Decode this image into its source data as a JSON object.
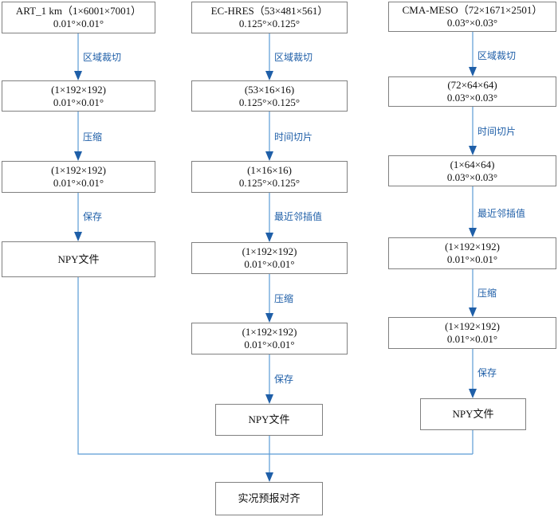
{
  "columns": [
    {
      "nodes": [
        {
          "line1": "ART_1 km（1×6001×7001）",
          "line2": "0.01°×0.01°"
        },
        {
          "line1": "(1×192×192)",
          "line2": "0.01°×0.01°"
        },
        {
          "line1": "(1×192×192)",
          "line2": "0.01°×0.01°"
        },
        {
          "line1": "NPY文件"
        }
      ],
      "steps": [
        "区域裁切",
        "压缩",
        "保存"
      ]
    },
    {
      "nodes": [
        {
          "line1": "EC-HRES（53×481×561）",
          "line2": "0.125°×0.125°"
        },
        {
          "line1": "(53×16×16)",
          "line2": "0.125°×0.125°"
        },
        {
          "line1": "(1×16×16)",
          "line2": "0.125°×0.125°"
        },
        {
          "line1": "(1×192×192)",
          "line2": "0.01°×0.01°"
        },
        {
          "line1": "(1×192×192)",
          "line2": "0.01°×0.01°"
        },
        {
          "line1": "NPY文件"
        }
      ],
      "steps": [
        "区域裁切",
        "时间切片",
        "最近邻插值",
        "压缩",
        "保存"
      ]
    },
    {
      "nodes": [
        {
          "line1": "CMA-MESO（72×1671×2501）",
          "line2": "0.03°×0.03°"
        },
        {
          "line1": "(72×64×64)",
          "line2": "0.03°×0.03°"
        },
        {
          "line1": "(1×64×64)",
          "line2": "0.03°×0.03°"
        },
        {
          "line1": "(1×192×192)",
          "line2": "0.01°×0.01°"
        },
        {
          "line1": "(1×192×192)",
          "line2": "0.01°×0.01°"
        },
        {
          "line1": "NPY文件"
        }
      ],
      "steps": [
        "区域裁切",
        "时间切片",
        "最近邻插值",
        "压缩",
        "保存"
      ]
    }
  ],
  "final": "实况预报对齐",
  "colors": {
    "connector": "#5b9bd5",
    "arrowhead": "#1f5fa8",
    "step_label": "#1f5fa8",
    "box_border": "#808080"
  }
}
